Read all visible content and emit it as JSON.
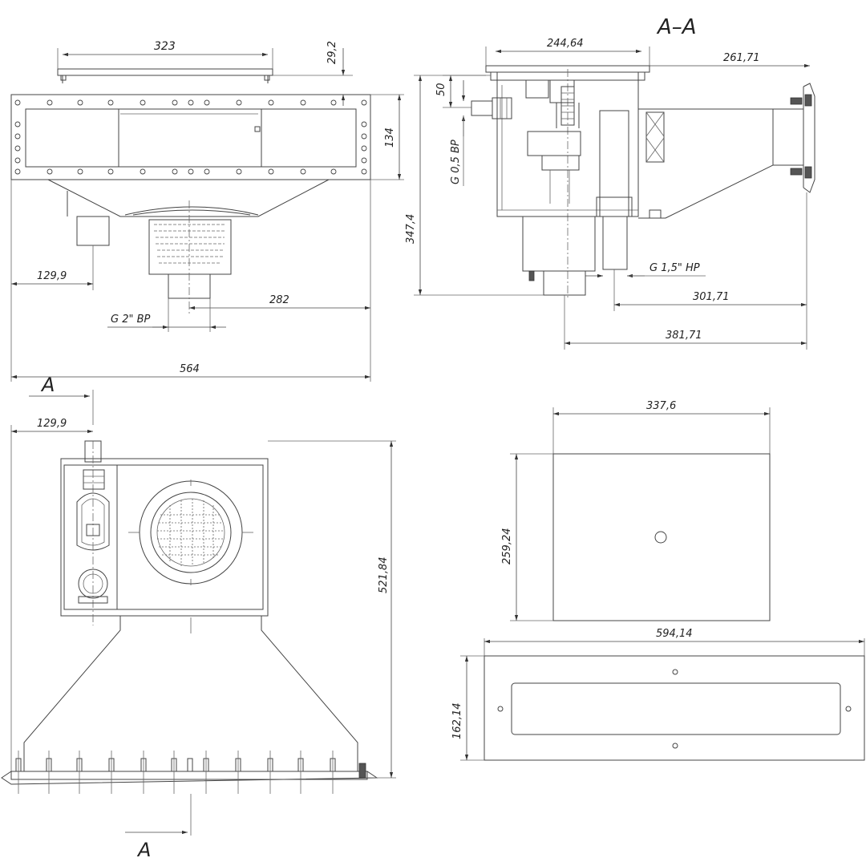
{
  "drawing": {
    "section_title": "A–A",
    "section_marker": "A",
    "accent_color": "#444444"
  },
  "front_view": {
    "dim_top_width": "323",
    "dim_flange": "29,2",
    "dim_height": "134",
    "dim_left_offset": "129,9",
    "dim_right_offset": "282",
    "thread_label": "G 2\" ВР",
    "dim_total_width": "564"
  },
  "section_view": {
    "dim_top": "244,64",
    "dim_nozzle": "261,71",
    "dim_50": "50",
    "thread_top": "G 0,5 ВР",
    "dim_height": "347,4",
    "thread_bottom": "G 1,5\" НР",
    "dim_301": "301,71",
    "dim_381": "381,71"
  },
  "plan_view": {
    "dim_offset": "129,9",
    "dim_height": "521,84"
  },
  "lid_view": {
    "dim_width": "337,6",
    "dim_height": "259,24"
  },
  "frame_view": {
    "dim_width": "594,14",
    "dim_height": "162,14"
  }
}
